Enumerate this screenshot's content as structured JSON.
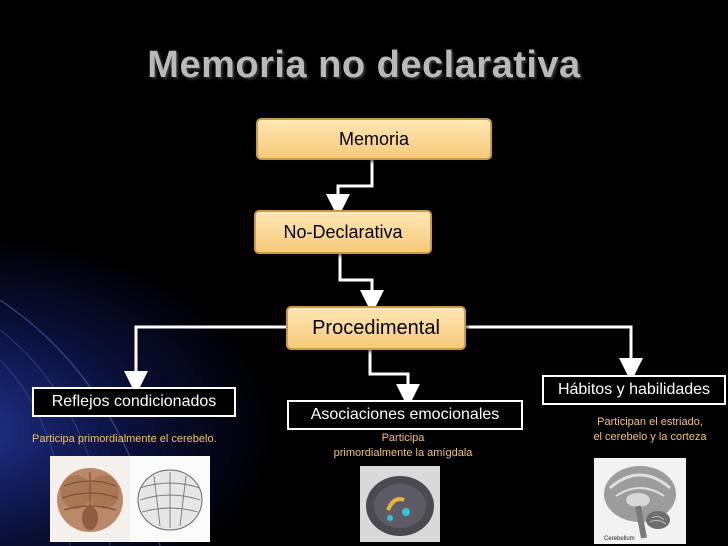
{
  "title": "Memoria no declarativa",
  "nodes": {
    "memoria": "Memoria",
    "no_declarativa": "No-Declarativa",
    "procedimental": "Procedimental",
    "reflejos": "Reflejos condicionados",
    "asociaciones": "Asociaciones emocionales",
    "habitos": "Hábitos y habilidades"
  },
  "notes": {
    "reflejos": "Participa primordialmente el cerebelo.",
    "asociaciones_1": "Participa",
    "asociaciones_2": "primordialmente la amígdala",
    "habitos_1": "Participan el estriado,",
    "habitos_2": "el cerebelo y la corteza"
  },
  "images": {
    "cerebellum_label": "Cerebellum"
  },
  "colors": {
    "box_fill": "#f7c97a",
    "note_text": "#f7c35e",
    "title": "#b9b9b9"
  }
}
